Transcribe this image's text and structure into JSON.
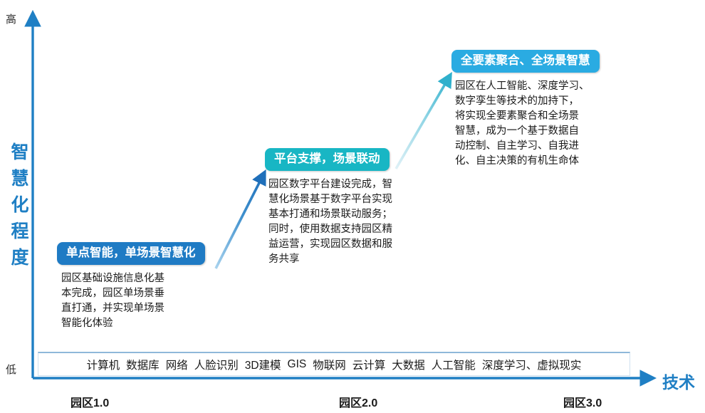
{
  "axis": {
    "y_high_label": "高",
    "y_low_label": "低",
    "y_title_chars": [
      "智",
      "慧",
      "化",
      "程",
      "度"
    ],
    "y_title": "智慧化程度",
    "x_title": "技术",
    "axis_color": "#1f7fc4"
  },
  "stages": [
    {
      "badge": "单点智能，单场景智慧化",
      "badge_color": "#1f7bc4",
      "body": "园区基础设施信息化基\n本完成，园区单场景垂\n直打通，并实现单场景\n智能化体验"
    },
    {
      "badge": "平台支撑，场景联动",
      "badge_color": "#18b6c4",
      "body": "园区数字平台建设完成，智\n慧化场景基于数字平台实现\n基本打通和场景联动服务；\n同时，使用数据支持园区精\n益运营，实现园区数据和服\n务共享"
    },
    {
      "badge": "全要素聚合、全场景智慧",
      "badge_color": "#2aabe2",
      "body": "园区在人工智能、深度学习、\n数字孪生等技术的加持下，\n将实现全要素聚合和全场景\n智慧，成为一个基于数据自\n动控制、自主学习、自我进\n化、自主决策的有机生命体"
    }
  ],
  "technologies": [
    "计算机",
    "数据库",
    "网络",
    "人脸识别",
    "3D建模",
    "GIS",
    "物联网",
    "云计算",
    "大数据",
    "人工智能",
    "深度学习、虚拟现实"
  ],
  "eras": [
    "园区1.0",
    "园区2.0",
    "园区3.0"
  ],
  "arrows": [
    {
      "name": "arrow-stage1-to-stage2",
      "from_color": "#8fc6e8",
      "to_color": "#1f7bc4"
    },
    {
      "name": "arrow-stage2-to-stage3",
      "from_color": "#cdeaf2",
      "to_color": "#2fb6cf"
    }
  ]
}
